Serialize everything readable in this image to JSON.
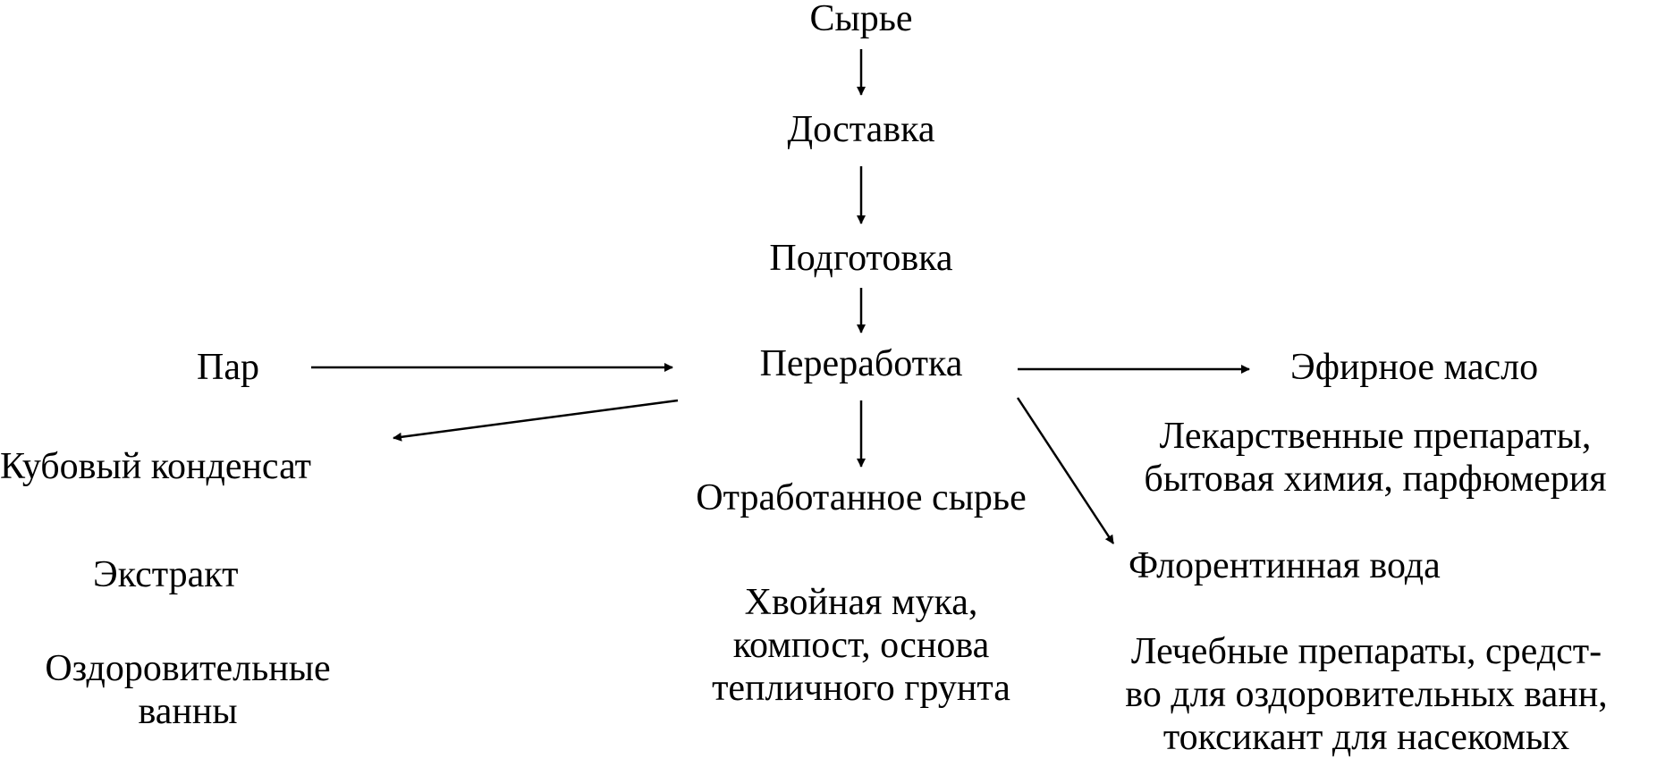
{
  "nodes": {
    "raw": "Сырье",
    "delivery": "Доставка",
    "preparation": "Подготовка",
    "processing": "Переработка",
    "steam": "Пар",
    "essential_oil": "Эфирное масло",
    "essential_oil_uses": [
      "Лекарственные препараты,",
      "бытовая химия, парфюмерия"
    ],
    "still_condensate": "Кубовый конденсат",
    "extract": "Экстракт",
    "extract_uses": [
      "Оздоровительные",
      "ванны"
    ],
    "spent_raw": "Отработанное сырье",
    "spent_raw_uses": [
      "Хвойная мука,",
      "компост, основа",
      "тепличного грунта"
    ],
    "florentine_water": "Флорентинная вода",
    "florentine_water_uses": [
      "Лечебные препараты, средст-",
      "во для оздоровительных ванн,",
      "токсикант для насекомых"
    ]
  },
  "colors": {
    "ink": "#000000",
    "background": "#ffffff"
  }
}
